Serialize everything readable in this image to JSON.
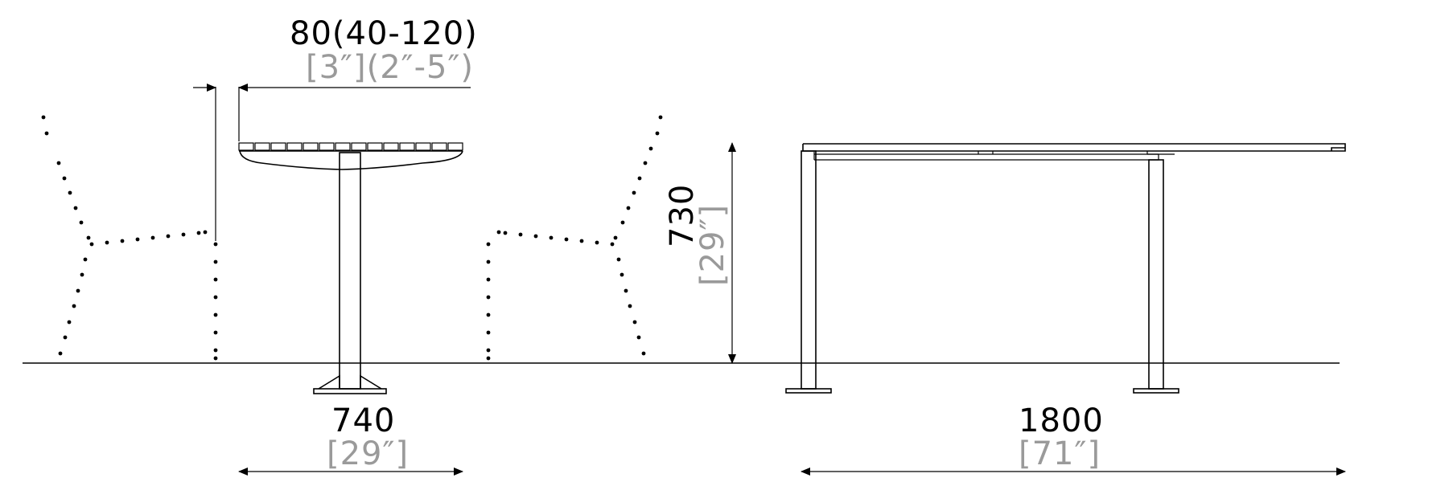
{
  "dimensions": {
    "overhang": {
      "metric": "80(40-120)",
      "imperial": "[3″](2″-5″)"
    },
    "height": {
      "metric": "730",
      "imperial": "[29″]"
    },
    "depth": {
      "metric": "740",
      "imperial": "[29″]"
    },
    "length": {
      "metric": "1800",
      "imperial": "[71″]"
    }
  }
}
